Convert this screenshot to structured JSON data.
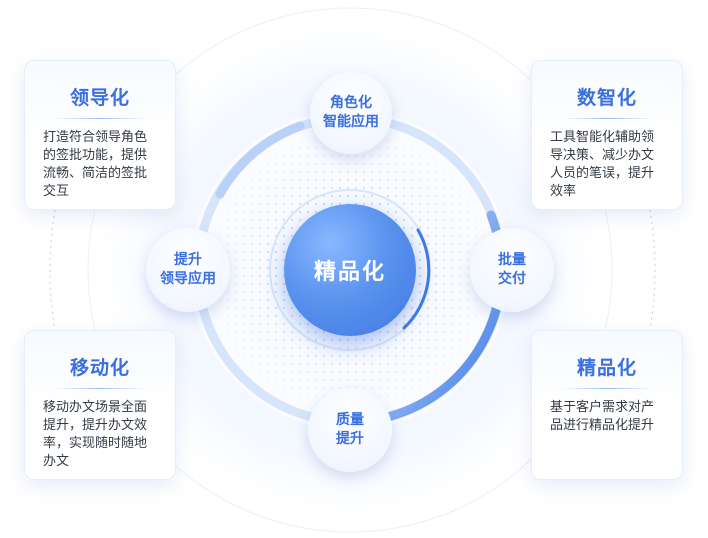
{
  "center": {
    "label": "精品化"
  },
  "bubbles": {
    "top": {
      "line1": "角色化",
      "line2": "智能应用"
    },
    "left": {
      "line1": "提升",
      "line2": "领导应用"
    },
    "right": {
      "line1": "批量",
      "line2": "交付"
    },
    "bottom": {
      "line1": "质量",
      "line2": "提升"
    }
  },
  "cards": {
    "top_left": {
      "title": "领导化",
      "text": "打造符合领导角色的签批功能，提供流畅、简洁的签批交互"
    },
    "top_right": {
      "title": "数智化",
      "text": "工具智能化辅助领导决策、减少办文人员的笔误，提升效率"
    },
    "bottom_left": {
      "title": "移动化",
      "text": "移动办文场景全面提升，提升办文效率，实现随时随地办文"
    },
    "bottom_right": {
      "title": "精品化",
      "text": "基于客户需求对产品进行精品化提升"
    }
  },
  "colors": {
    "accent": "#3a6fe0",
    "center_fill": "#4a82e8",
    "ring_light": "#cfe0fb",
    "ring_dark": "#3f7ae6"
  }
}
